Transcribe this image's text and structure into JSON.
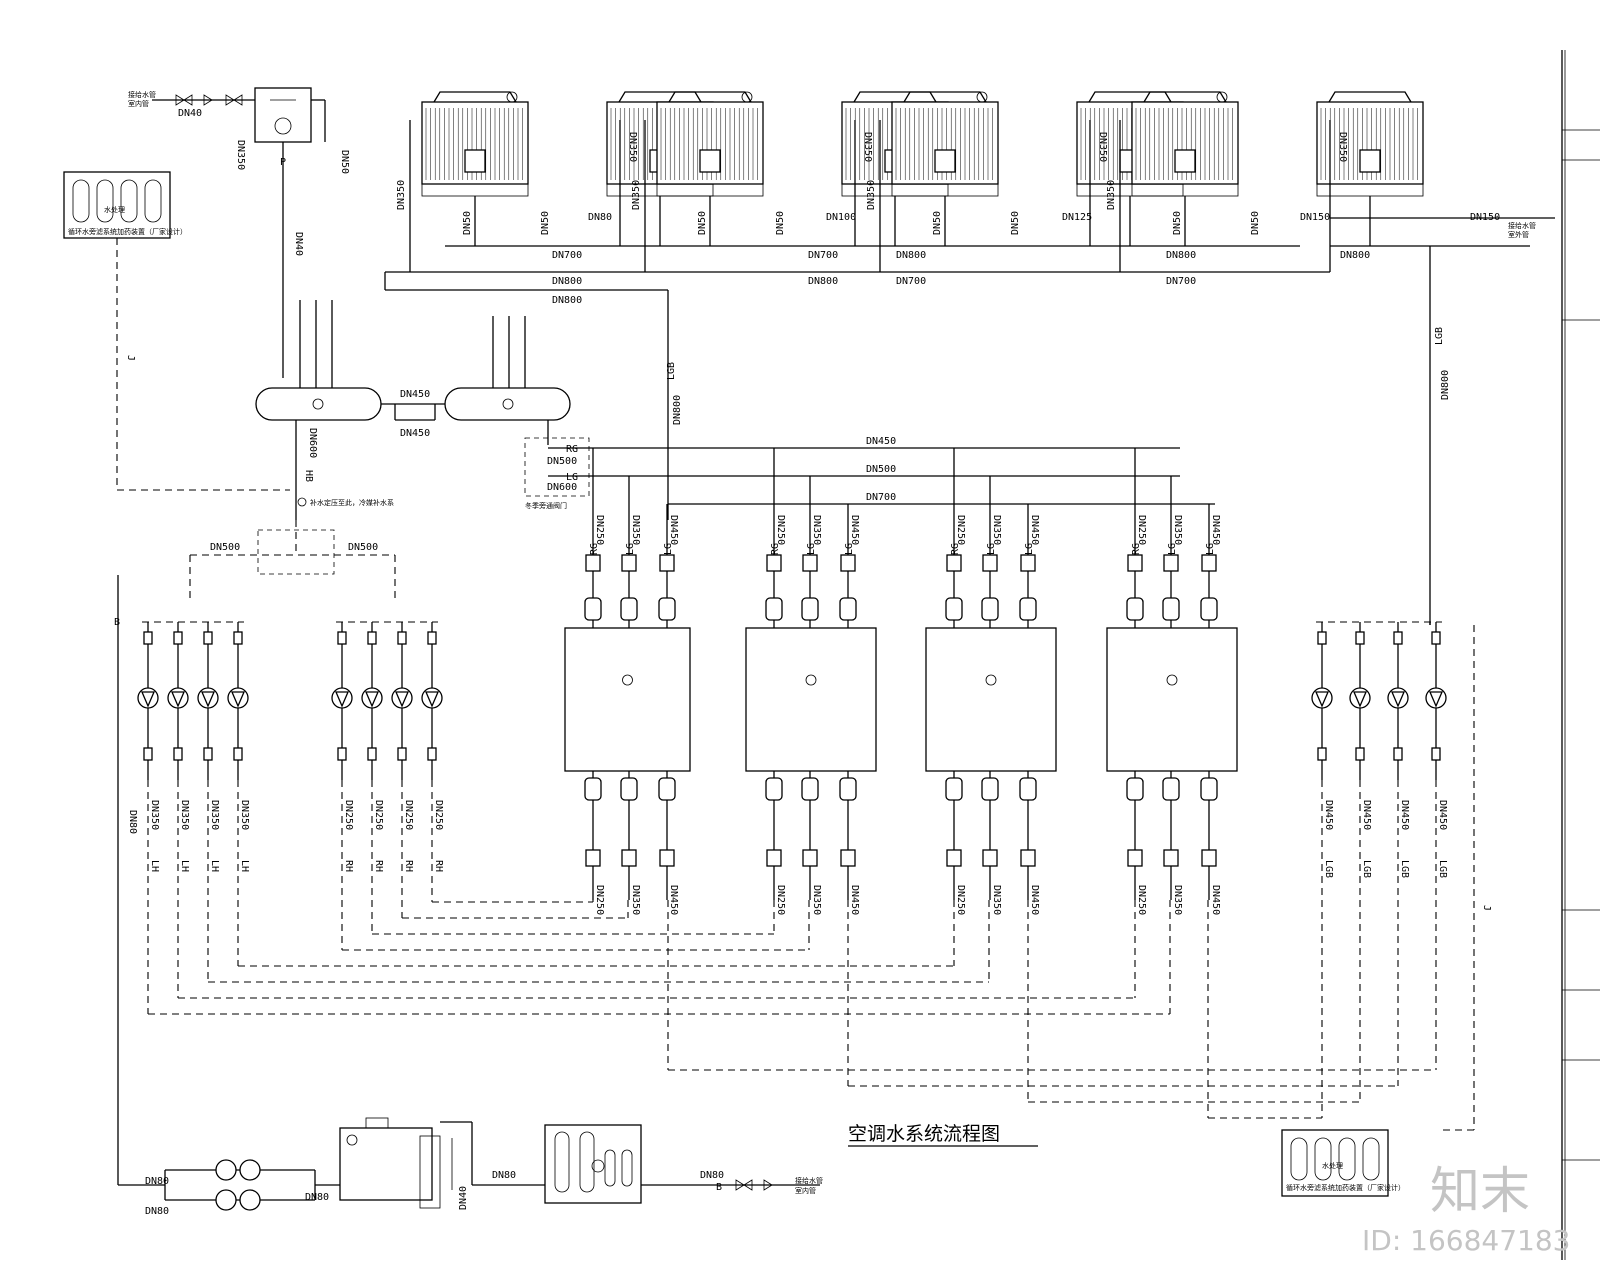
{
  "title": "空调水系统流程图",
  "watermark": {
    "logo": "知末",
    "id": "ID: 166847183"
  },
  "sizes": {
    "dn40": "DN40",
    "dn50": "DN50",
    "dn80": "DN80",
    "dn100": "DN100",
    "dn125": "DN125",
    "dn150": "DN150",
    "dn250": "DN250",
    "dn350": "DN350",
    "dn450": "DN450",
    "dn500": "DN500",
    "dn600": "DN600",
    "dn700": "DN700",
    "dn800": "DN800"
  },
  "line_codes": {
    "lg": "LG",
    "lh": "LH",
    "rg": "RG",
    "rh": "RH",
    "hb": "HB",
    "j": "J",
    "p": "P",
    "lgb": "LGB",
    "b": "B"
  },
  "labels": {
    "top_water_source": "接给水管",
    "top_water_source_2": "室内管",
    "right_water_source": "接给水管",
    "right_water_source_2": "室外管",
    "bottom_water_source": "接给水管",
    "bottom_water_source_2": "室内管",
    "dosing_left": "水处理",
    "dosing_left_note": "循环水旁滤系统加药装置（厂家设计）",
    "dosing_right": "水处理",
    "dosing_right_note": "循环水旁滤系统加药装置（厂家设计）",
    "pressure_note": "补水定压至此，冷媒补水系",
    "winter_note": "冬季旁通阀门"
  },
  "colors": {
    "line": "#000000",
    "watermark": "#c4c4c4"
  }
}
